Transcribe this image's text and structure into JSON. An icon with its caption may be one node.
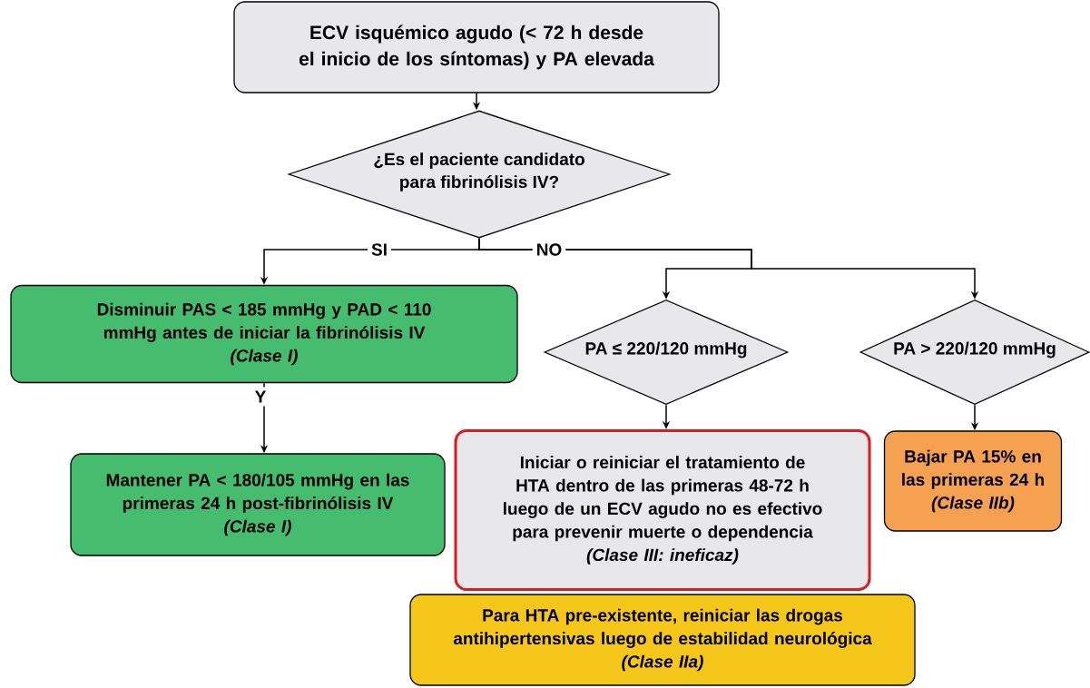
{
  "diagram": {
    "nodes": [
      {
        "text": [
          "ECV isquémico agudo (< 72 h desde el inicio de los síntomas) y PA elevada"
        ]
      },
      {
        "text": [
          "¿Es el paciente candidato para fibrinólisis IV?"
        ]
      },
      {
        "text": [
          "Disminuir PAS < 185 mmHg y PAD < 110 mmHg antes de iniciar la fibrinólisis IV",
          "(Clase I)"
        ]
      },
      {
        "text": [
          "PA ≤ 220/120 mmHg"
        ]
      },
      {
        "text": [
          "PA > 220/120 mmHg"
        ]
      },
      {
        "text": [
          "Mantener PA < 180/105 mmHg en las primeras 24 h post-fibrinólisis IV",
          "(Clase I)"
        ]
      },
      {
        "text": [
          "Iniciar o reiniciar el tratamiento de HTA dentro de las primeras 48-72 h luego de un ECV agudo no es efectivo para prevenir muerte o dependencia",
          "(Clase III: ineficaz)"
        ]
      },
      {
        "text": [
          "Bajar PA 15% en las primeras 24 h",
          "(Clase IIb)"
        ]
      },
      {
        "text": [
          "Para HTA pre-existente, reiniciar las drogas antihipertensivas luego de estabilidad neurológica",
          "(Clase IIa)"
        ]
      }
    ],
    "edges": [
      {
        "from": 0,
        "to": 1,
        "arrow": "to"
      },
      {
        "from": 1,
        "to": 2,
        "arrow": "to",
        "label": "SI"
      },
      {
        "from": 1,
        "to": 3,
        "arrow": "to",
        "label": "NO"
      },
      {
        "from": 1,
        "to": 4,
        "arrow": "to"
      },
      {
        "from": 2,
        "to": 5,
        "arrow": "to",
        "label": "Y"
      },
      {
        "from": 3,
        "to": 6,
        "arrow": "to"
      },
      {
        "from": 4,
        "to": 7,
        "arrow": "to"
      }
    ]
  }
}
